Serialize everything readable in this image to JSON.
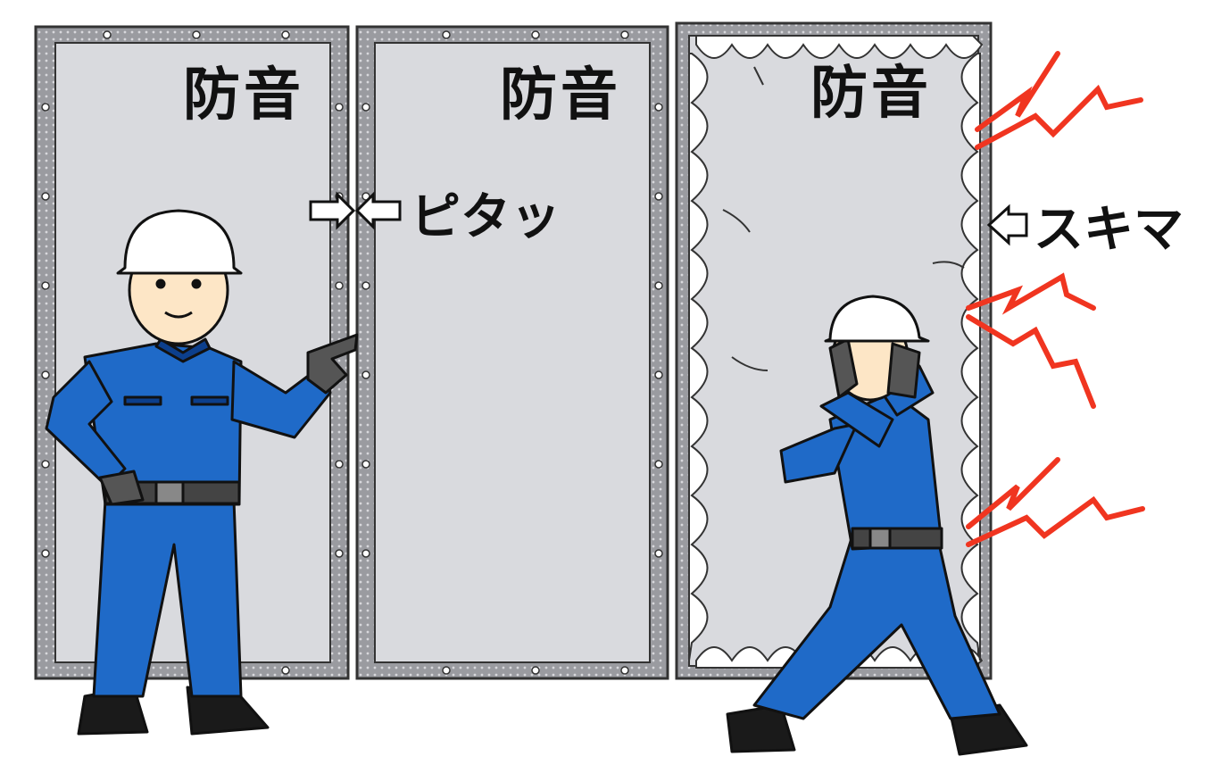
{
  "panels": [
    {
      "label": "防音",
      "state": "tight"
    },
    {
      "label": "防音",
      "state": "tight"
    },
    {
      "label": "防音",
      "state": "gap"
    }
  ],
  "callouts": {
    "tight": "ピタッ",
    "gap": "スキマ"
  },
  "colors": {
    "panel_fill": "#d9dade",
    "frame": "#6f7075",
    "uniform": "#1f6ac8",
    "uniform_dark": "#0c3f8c",
    "helmet": "#ffffff",
    "skin": "#fde6c6",
    "glove": "#555555",
    "boot": "#1a1a1a",
    "noise": "#f03520",
    "arrow_fill": "#ffffff"
  },
  "icons": [
    "helmet-icon",
    "noise-zigzag-icon",
    "arrow-icon"
  ]
}
